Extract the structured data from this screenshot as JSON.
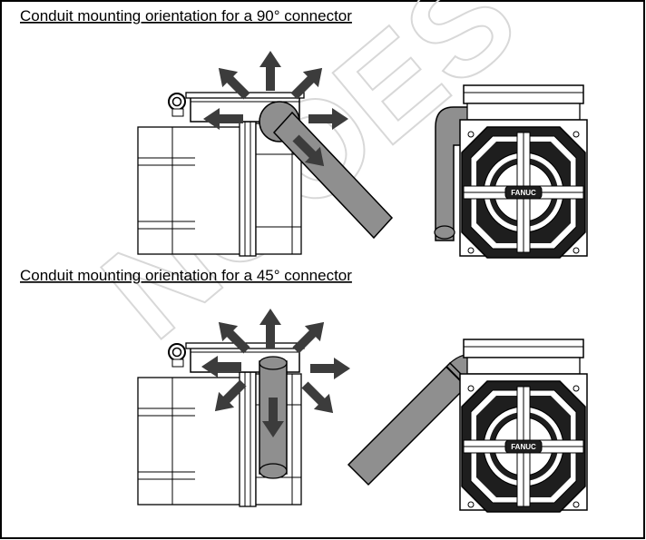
{
  "figure": {
    "captions": {
      "top": "Conduit mounting orientation for a 90° connector",
      "bottom": "Conduit mounting orientation for a 45° connector"
    },
    "watermark": "NCOES",
    "badge": "FANUC",
    "colors": {
      "arrow": "#3c3c3c",
      "conduit": "#8f8f8f",
      "outline": "#000000",
      "background": "#ffffff",
      "watermark": "#d8d8d8"
    }
  }
}
